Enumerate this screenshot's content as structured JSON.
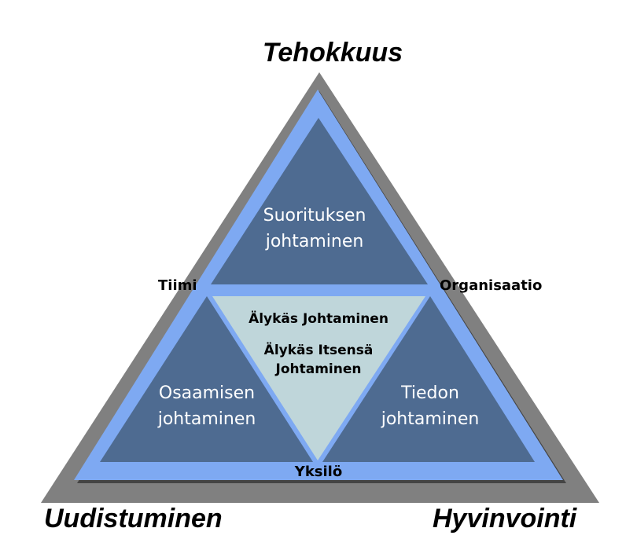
{
  "corners": {
    "top": "Tehokkuus",
    "bottom_left": "Uudistuminen",
    "bottom_right": "Hyvinvointi"
  },
  "vertices": {
    "left": "Tiimi",
    "right": "Organisaatio",
    "bottom": "Yksilö"
  },
  "sections": {
    "top": [
      "Suorituksen",
      "johtaminen"
    ],
    "left": [
      "Osaamisen",
      "johtaminen"
    ],
    "right": [
      "Tiedon",
      "johtaminen"
    ],
    "center": [
      "Älykäs Johtaminen",
      "Älykäs Itsensä",
      "Johtaminen"
    ]
  },
  "colors": {
    "outer": "#808080",
    "band": "#7ea9f2",
    "dark": "#4e6b91",
    "center": "#bfd6da"
  }
}
